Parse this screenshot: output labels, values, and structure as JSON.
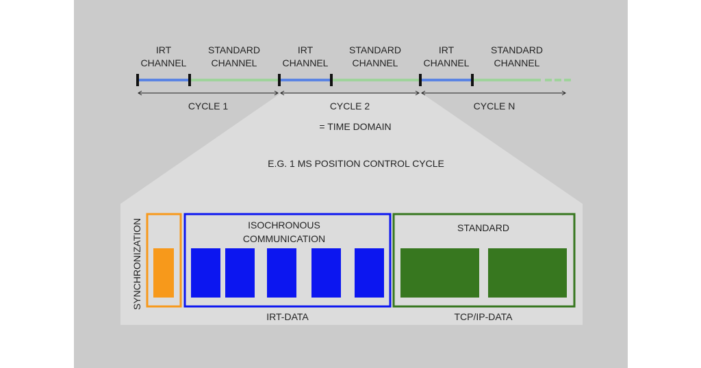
{
  "timeline": {
    "segments": [
      {
        "line1": "IRT",
        "line2": "CHANNEL"
      },
      {
        "line1": "STANDARD",
        "line2": "CHANNEL"
      },
      {
        "line1": "IRT",
        "line2": "CHANNEL"
      },
      {
        "line1": "STANDARD",
        "line2": "CHANNEL"
      },
      {
        "line1": "IRT",
        "line2": "CHANNEL"
      },
      {
        "line1": "STANDARD",
        "line2": "CHANNEL"
      }
    ],
    "cycles": [
      "CYCLE 1",
      "CYCLE 2",
      "CYCLE N"
    ],
    "time_domain": "= TIME DOMAIN"
  },
  "zoom": {
    "caption": "E.G. 1 MS POSITION CONTROL CYCLE",
    "sync_label": "SYNCHRONIZATION",
    "iso_line1": "ISOCHRONOUS",
    "iso_line2": "COMMUNICATION",
    "standard_label": "STANDARD",
    "irt_data_label": "IRT-DATA",
    "tcp_label": "TCP/IP-DATA"
  },
  "colors": {
    "outer_background": "#cbcbcb",
    "zoom_panel": "#dcdcdc",
    "irt": "#5b84e3",
    "standard_line": "#9fd39b",
    "sync": "#f7991b",
    "iso_blue": "#0c16f0",
    "standard_green": "#37771f"
  }
}
